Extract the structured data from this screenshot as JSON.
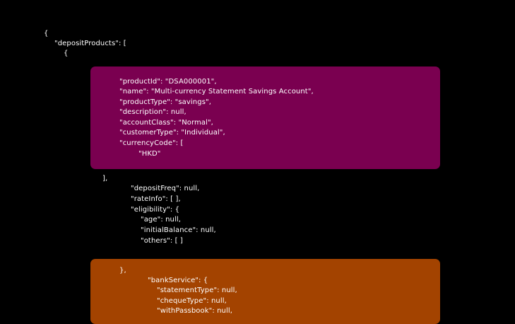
{
  "colors": {
    "background": "#000000",
    "text": "#ffffff",
    "highlight_purple": "#7a0050",
    "highlight_orange": "#a34300"
  },
  "code_lines": {
    "l1": "{",
    "l2": "\"depositProducts\": [",
    "l3": "{",
    "l4": "\"productId\": \"DSA000001\",",
    "l5": "\"name\": \"Multi-currency Statement Savings Account\",",
    "l6": "\"productType\": \"savings\",",
    "l7": "\"description\": null,",
    "l8": "\"accountClass\": \"Normal\",",
    "l9": "\"customerType\": \"Individual\",",
    "l10": "\"currencyCode\": [",
    "l11": "\"HKD\"",
    "l12": "],",
    "l13": "\"depositFreq\": null,",
    "l14": "\"rateInfo\": [ ],",
    "l15": "\"eligibility\": {",
    "l16": "\"age\": null,",
    "l17": "\"initialBalance\": null,",
    "l18": "\"others\": [ ]",
    "l19": "},",
    "l20": "\"bankService\": {",
    "l21": "\"statementType\": null,",
    "l22": "\"chequeType\": null,",
    "l23": "\"withPassbook\": null,"
  }
}
